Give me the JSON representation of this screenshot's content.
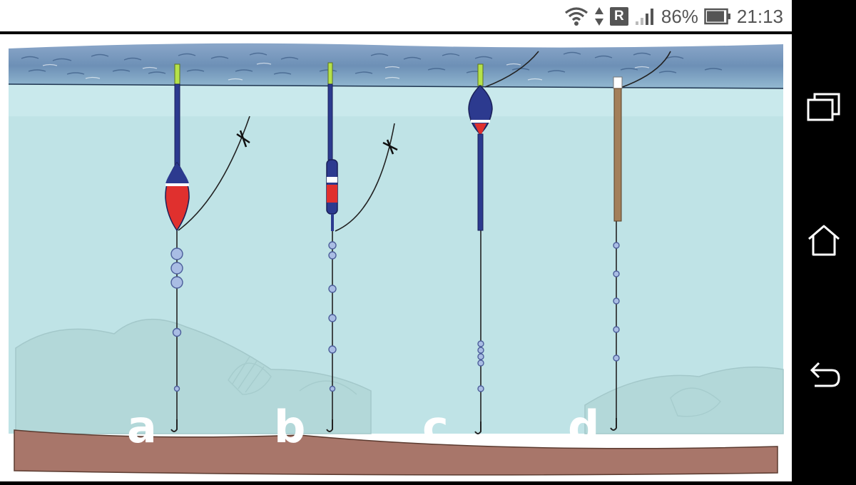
{
  "status_bar": {
    "roaming": "R",
    "battery": "86%",
    "time": "21:13",
    "icons": [
      "wifi-icon",
      "data-arrows-icon",
      "roaming-badge",
      "signal-icon",
      "battery-icon"
    ]
  },
  "diagram": {
    "labels": [
      "a",
      "b",
      "c",
      "d"
    ],
    "colors": {
      "water": "#bfe3e6",
      "surface": "#7fa4c4",
      "seabed": "#a8766a",
      "float_blue": "#2c3a8f",
      "float_red": "#e0302e",
      "tip_green": "#b6e24a",
      "stem_brown": "#a37f5a"
    }
  },
  "nav_bar": {
    "buttons": [
      "recent-apps-icon",
      "home-icon",
      "back-icon"
    ]
  }
}
